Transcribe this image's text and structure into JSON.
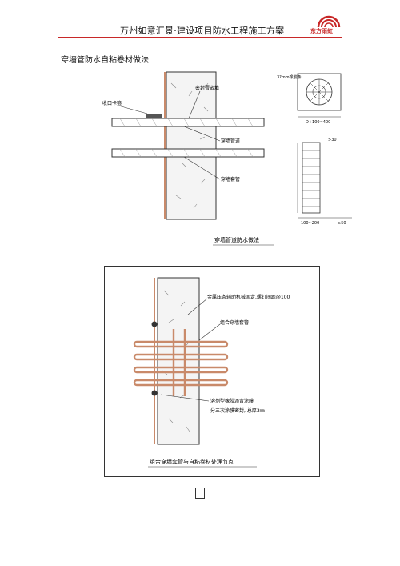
{
  "header": {
    "title": "万州如意汇景·建设项目防水工程施工方案",
    "logo_text": "东方雨虹"
  },
  "section": {
    "title": "穿墙管防水自粘卷材做法"
  },
  "figure1": {
    "caption": "穿墙管道防水做法",
    "labels": {
      "clamp": "收口卡箍",
      "sealant": "密封膏嵌填",
      "wall_pipe": "穿墙管道",
      "sleeve": "穿墙套管",
      "detail_top_a": "3?mm橡胶条",
      "detail_top_b": "D+100~400",
      "detail_side_a": ">30",
      "detail_side_b": "100~200",
      "detail_side_c": "≥50"
    }
  },
  "figure2": {
    "labels": {
      "metal_strip": "金属压条辅助机械固定,螺钉间距@100",
      "pipe_group": "组合穿墙套管",
      "coating": "溶剂型橡胶沥青涂膜",
      "coating_note": "分三次涂膜密封, 总厚3㎜",
      "caption": "组合穿墙套管与自粘卷材处理节点"
    }
  },
  "colors": {
    "accent": "#c82828",
    "pipe": "#c98a6a",
    "line": "#333333"
  }
}
